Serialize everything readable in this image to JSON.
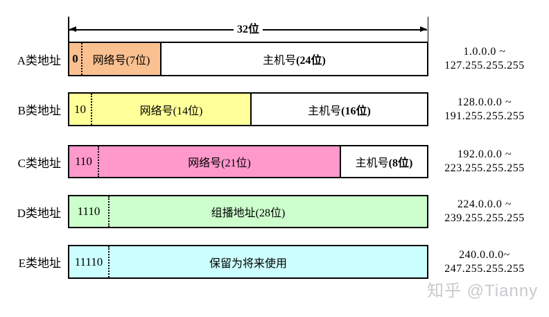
{
  "scale": {
    "label": "32位"
  },
  "rows": [
    {
      "label": "A类地址",
      "prefix": "0",
      "network": {
        "text": "网络号(7位)"
      },
      "host": {
        "text": "主机号",
        "bold": "(24位)"
      },
      "range": {
        "line1": "1.0.0.0 ~",
        "line2": "127.255.255.255"
      },
      "colors": {
        "network": "#FAC090",
        "host": "#FFFFFF"
      }
    },
    {
      "label": "B类地址",
      "prefix": "10",
      "network": {
        "text": "网络号(14位)"
      },
      "host": {
        "text": "主机号",
        "bold": "(16位)"
      },
      "range": {
        "line1": "128.0.0.0 ~",
        "line2": "191.255.255.255"
      },
      "colors": {
        "network": "#FFFF99",
        "host": "#FFFFFF"
      }
    },
    {
      "label": "C类地址",
      "prefix": "110",
      "network": {
        "text": "网络号(21位)"
      },
      "host": {
        "text": "主机号",
        "bold": "(8位)"
      },
      "range": {
        "line1": "192.0.0.0 ~",
        "line2": "223.255.255.255"
      },
      "colors": {
        "network": "#FF99CC",
        "host": "#FFFFFF"
      }
    },
    {
      "label": "D类地址",
      "prefix": "1110",
      "full": {
        "text": "组播地址(28位)"
      },
      "range": {
        "line1": "224.0.0.0 ~",
        "line2": "239.255.255.255"
      },
      "colors": {
        "network": "#CCFFCC"
      }
    },
    {
      "label": "E类地址",
      "prefix": "11110",
      "full": {
        "text": "保留为将来使用"
      },
      "range": {
        "line1": "240.0.0.0~",
        "line2": "247.255.255.255"
      },
      "colors": {
        "network": "#CCFFFF"
      }
    }
  ],
  "watermark": "知乎 @Tianny"
}
